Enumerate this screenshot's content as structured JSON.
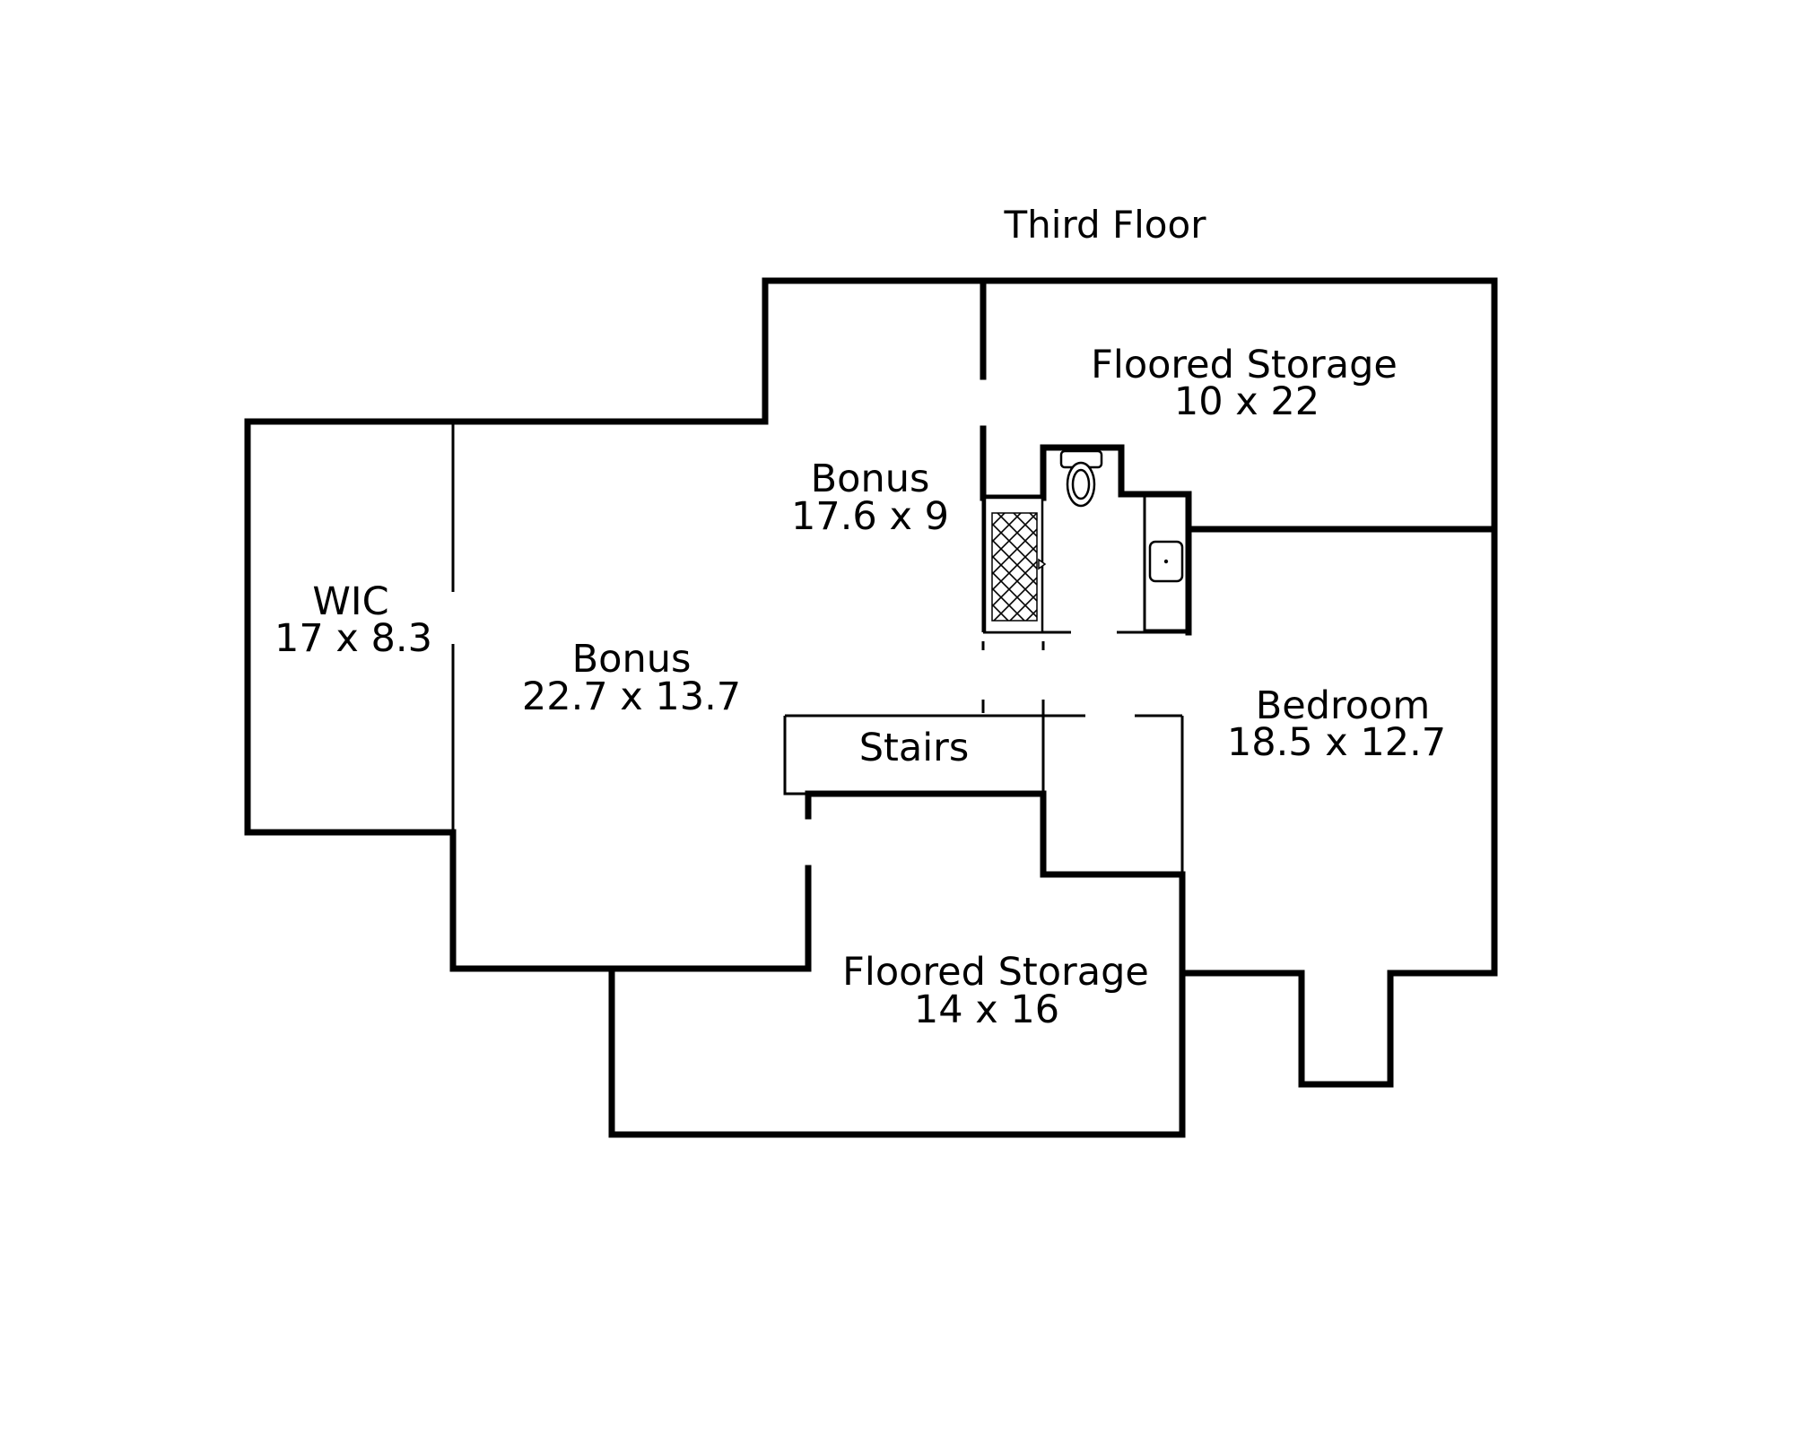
{
  "title": "Third Floor",
  "rooms": {
    "wic": {
      "name": "WIC",
      "size": "17 x 8.3"
    },
    "bonus_large": {
      "name": "Bonus",
      "size": "22.7 x 13.7"
    },
    "bonus_small": {
      "name": "Bonus",
      "size": "17.6 x 9"
    },
    "storage_top": {
      "name": "Floored Storage",
      "size": "10 x 22"
    },
    "storage_bottom": {
      "name": "Floored Storage",
      "size": "14 x 16"
    },
    "bedroom": {
      "name": "Bedroom",
      "size": "18.5 x 12.7"
    },
    "stairs": {
      "name": "Stairs"
    }
  }
}
